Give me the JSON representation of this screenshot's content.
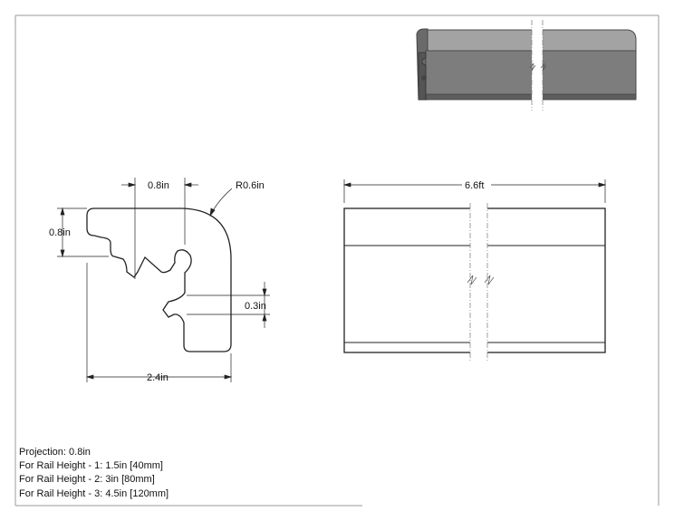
{
  "drawing": {
    "dimensions": {
      "top_width": "0.8in",
      "corner_radius": "R0.6in",
      "left_height": "0.8in",
      "slot_width": "0.3in",
      "total_width": "2.4in",
      "length": "6.6ft"
    },
    "notes": [
      "Projection: 0.8in",
      "For Rail Height - 1: 1.5in [40mm]",
      "For Rail Height - 2: 3in [80mm]",
      "For Rail Height - 3: 4.5in [120mm]"
    ],
    "colors": {
      "line": "#222222",
      "render_face": "#7d7d7d",
      "render_top": "#a3a3a3",
      "render_dark": "#4a4a4a"
    }
  }
}
